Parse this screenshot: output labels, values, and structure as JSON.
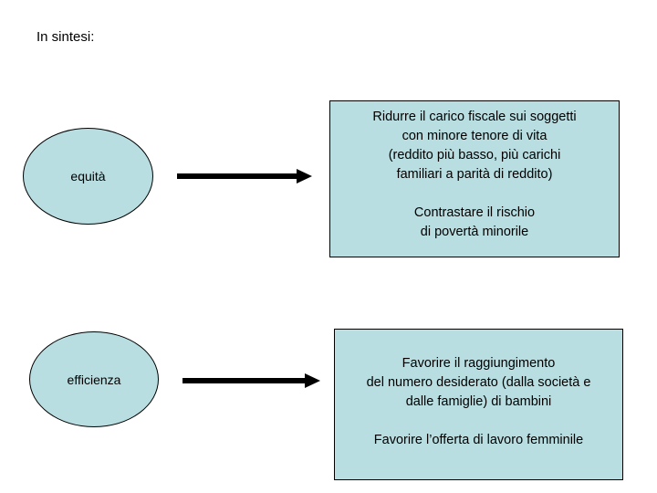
{
  "slide": {
    "title": "In sintesi:",
    "background_color": "#ffffff",
    "shape_fill_color": "#b8dee1",
    "shape_border_color": "#000000",
    "arrow_color": "#000000"
  },
  "rows": [
    {
      "ellipse_label": "equità",
      "arrow": "right-arrow",
      "box": {
        "paragraph_1": [
          "Ridurre il carico fiscale sui soggetti",
          "con minore tenore di vita",
          "(reddito più basso, più carichi",
          "familiari a parità di reddito)"
        ],
        "paragraph_2": [
          "Contrastare il rischio",
          "di povertà minorile"
        ]
      }
    },
    {
      "ellipse_label": "efficienza",
      "arrow": "right-arrow",
      "box": {
        "paragraph_1": [
          "Favorire il raggiungimento",
          "del numero desiderato (dalla società e",
          "dalle famiglie) di bambini"
        ],
        "paragraph_2": [
          "Favorire l’offerta di lavoro femminile"
        ]
      }
    }
  ]
}
